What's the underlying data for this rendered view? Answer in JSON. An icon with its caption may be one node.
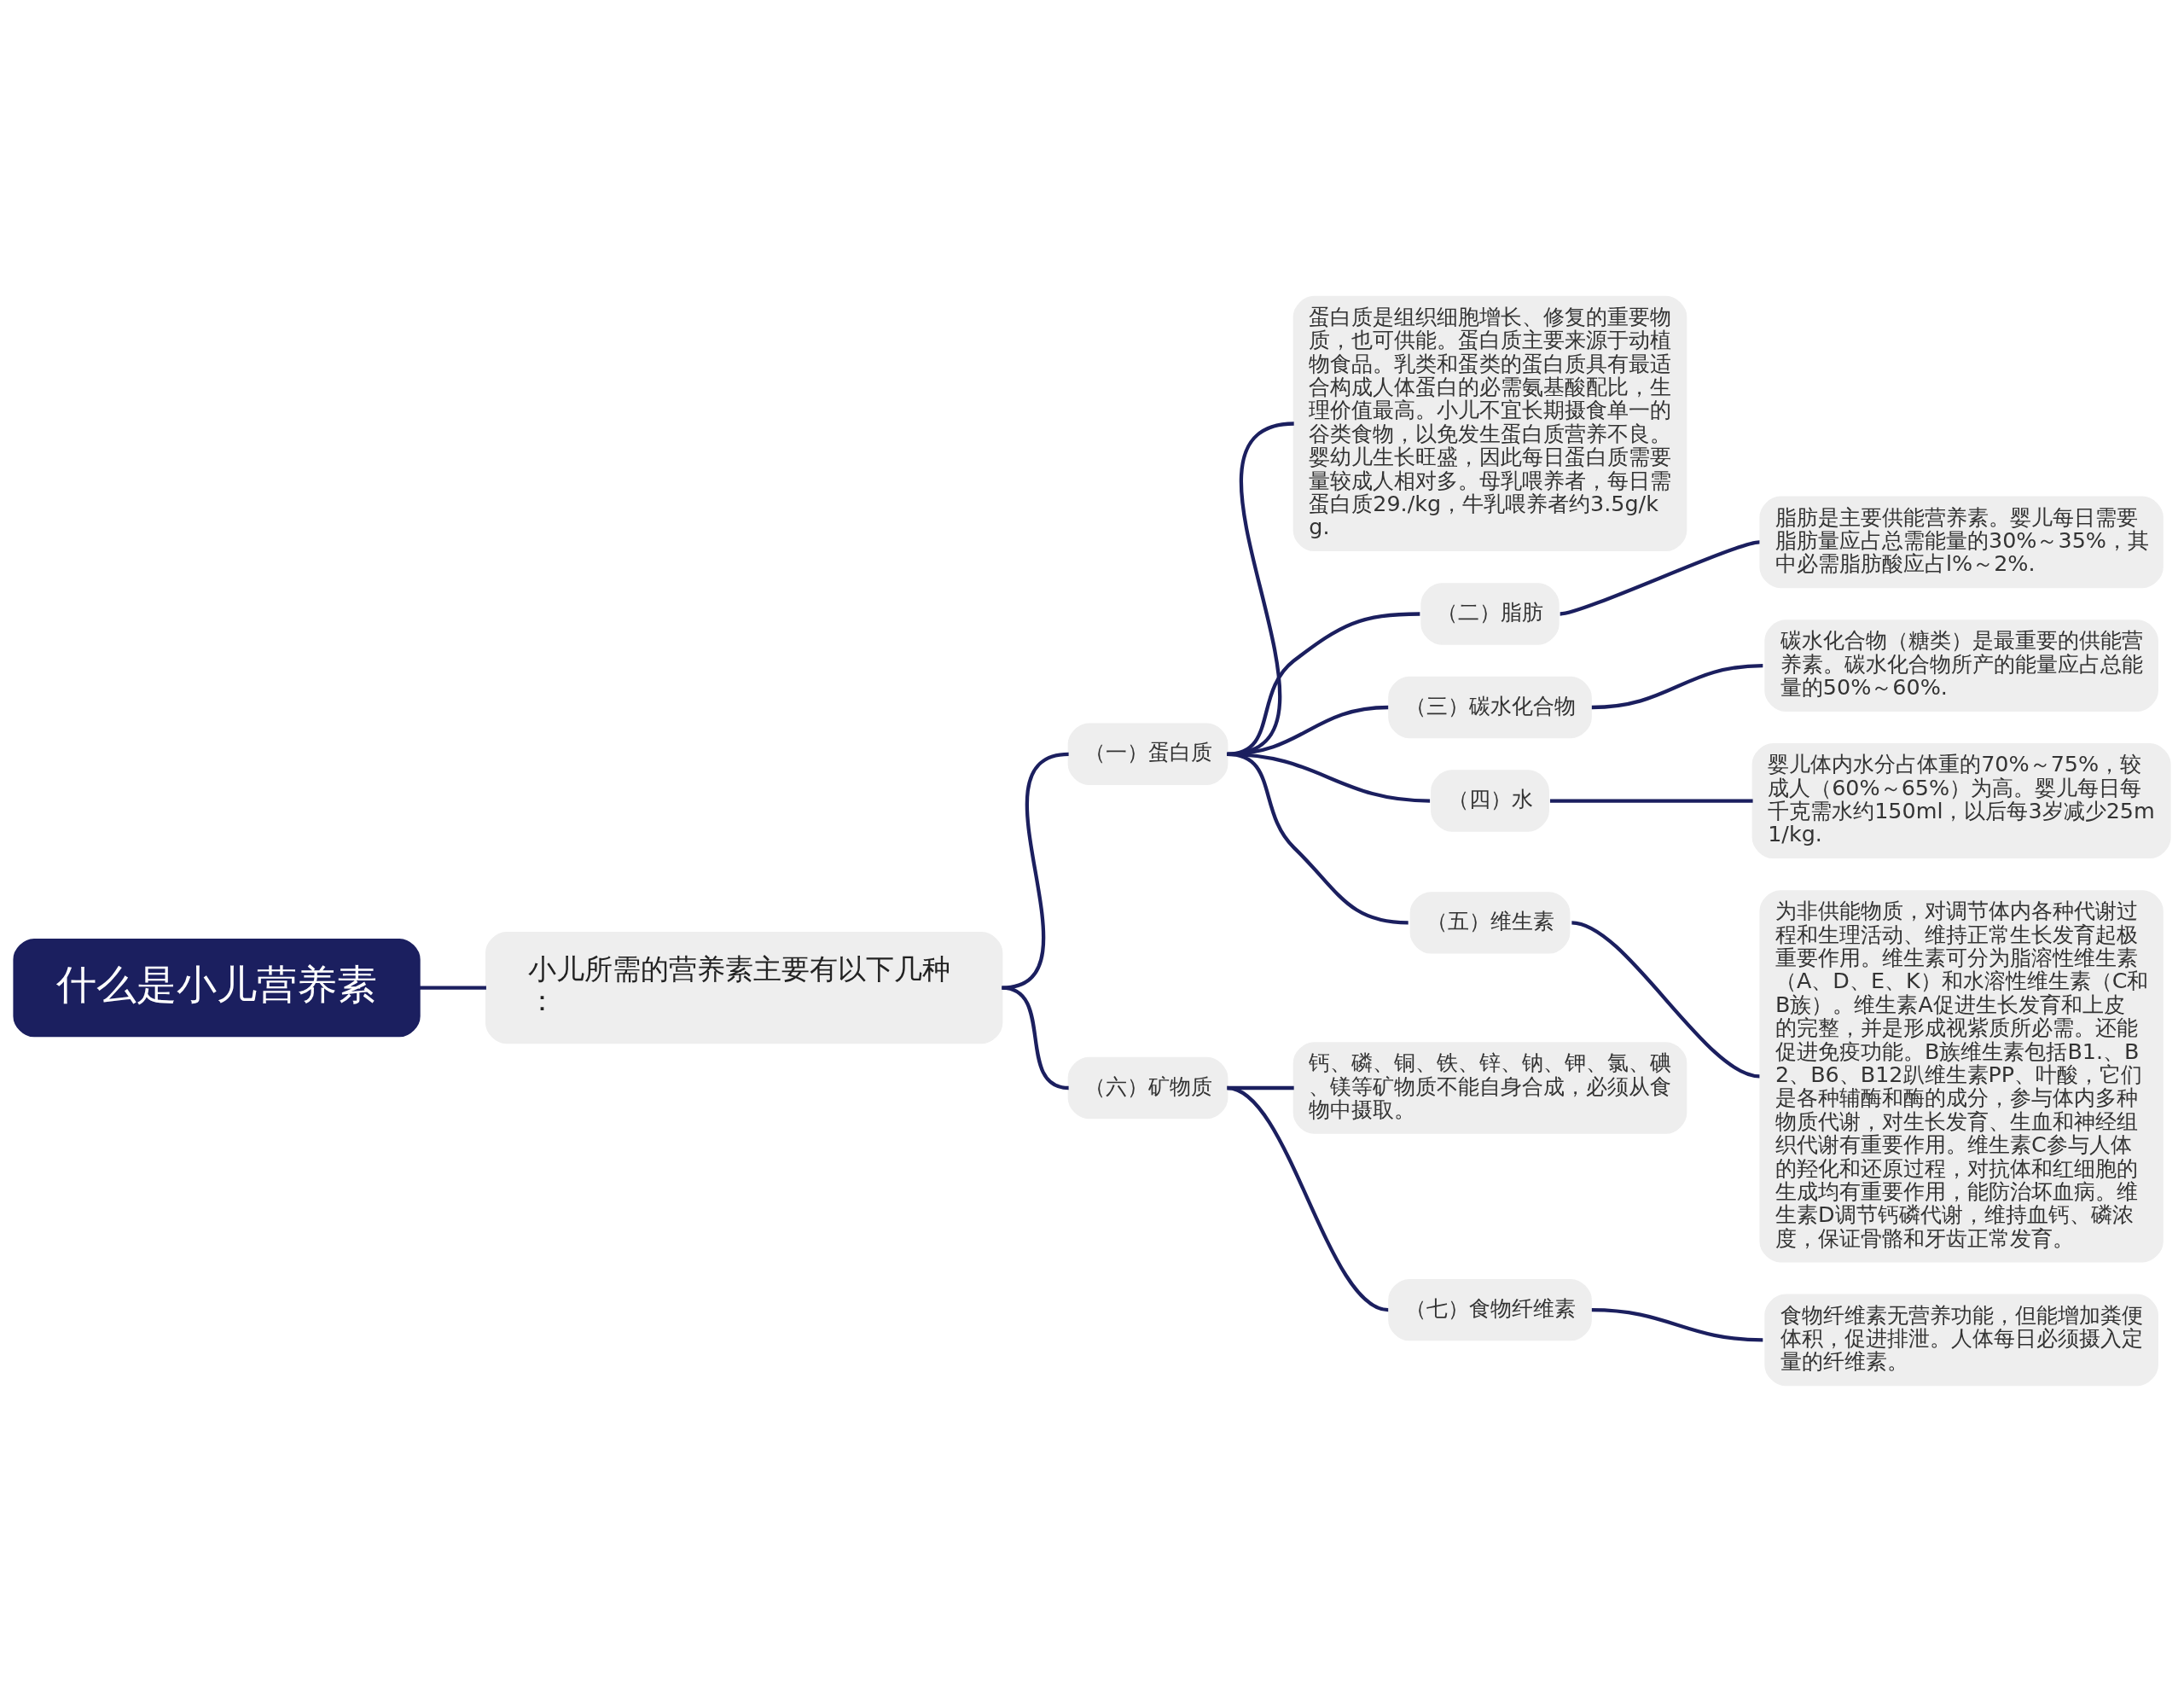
{
  "diagram": {
    "nodes": [
      {
        "text": [
          "什么是小儿营养素"
        ]
      },
      {
        "text": [
          "小儿所需的营养素主要有以下几种："
        ]
      },
      {
        "text": [
          "（一）蛋白质"
        ]
      },
      {
        "text": [
          "蛋白质是组织细胞增长、修复的重要物质，也可供能。蛋白质主要来源于动植物食品。乳类和蛋类的蛋白质具有最适合构成人体蛋白的必需氨基酸配比，生理价值最高。小儿不宜长期摄食单一的谷类食物，以免发生蛋白质营养不良。婴幼儿生长旺盛，因此每日蛋白质需要量较成人相对多。母乳喂养者，每日需蛋白质29./kg，牛乳喂养者约3.5g/kg."
        ]
      },
      {
        "text": [
          "（二）脂肪"
        ]
      },
      {
        "text": [
          "脂肪是主要供能营养素。婴儿每日需要脂肪量应占总需能量的30%～35%，其中必需脂肪酸应占l%～2%."
        ]
      },
      {
        "text": [
          "（三）碳水化合物"
        ]
      },
      {
        "text": [
          "碳水化合物（糖类）是最重要的供能营养素。碳水化合物所产的能量应占总能量的50%～60%."
        ]
      },
      {
        "text": [
          "（四）水"
        ]
      },
      {
        "text": [
          "婴儿体内水分占体重的70%～75%，较成人（60%～65%）为高。婴儿每日每千克需水约150ml，以后每3岁减少25m1/kg."
        ]
      },
      {
        "text": [
          "（五）维生素"
        ]
      },
      {
        "text": [
          "为非供能物质，对调节体内各种代谢过程和生理活动、维持正常生长发育起极重要作用。维生素可分为脂溶性维生素（A、D、E、K）和水溶性维生素（C和B族）。维生素A促进生长发育和上皮的完整，并是形成视紫质所必需。还能促进免疫功能。B族维生素包括B1.、B2、B6、B12趴维生素PP、叶酸，它们是各种辅酶和酶的成分，参与体内多种物质代谢，对生长发育、生血和神经组织代谢有重要作用。维生素C参与人体的羟化和还原过程，对抗体和红细胞的生成均有重要作用，能防治坏血病。维生素D调节钙磷代谢，维持血钙、磷浓度，保证骨骼和牙齿正常发育。"
        ]
      },
      {
        "text": [
          "（六）矿物质"
        ]
      },
      {
        "text": [
          "钙、磷、铜、铁、锌、钠、钾、氯、碘、镁等矿物质不能自身合成，必须从食物中摄取。"
        ]
      },
      {
        "text": [
          "（七）食物纤维素"
        ]
      },
      {
        "text": [
          "食物纤维素无营养功能，但能增加粪便体积，促进排泄。人体每日必须摄入定量的纤维素。"
        ]
      }
    ],
    "edges": [
      {
        "from": 0,
        "to": 1,
        "arrow": "none"
      },
      {
        "from": 1,
        "to": 2,
        "arrow": "none"
      },
      {
        "from": 1,
        "to": 12,
        "arrow": "none"
      },
      {
        "from": 2,
        "to": 3,
        "arrow": "none"
      },
      {
        "from": 2,
        "to": 4,
        "arrow": "none"
      },
      {
        "from": 4,
        "to": 5,
        "arrow": "none"
      },
      {
        "from": 2,
        "to": 6,
        "arrow": "none"
      },
      {
        "from": 6,
        "to": 7,
        "arrow": "none"
      },
      {
        "from": 2,
        "to": 8,
        "arrow": "none"
      },
      {
        "from": 8,
        "to": 9,
        "arrow": "none"
      },
      {
        "from": 2,
        "to": 10,
        "arrow": "none"
      },
      {
        "from": 10,
        "to": 11,
        "arrow": "none"
      },
      {
        "from": 12,
        "to": 13,
        "arrow": "none"
      },
      {
        "from": 12,
        "to": 14,
        "arrow": "none"
      },
      {
        "from": 14,
        "to": 15,
        "arrow": "none"
      }
    ]
  }
}
